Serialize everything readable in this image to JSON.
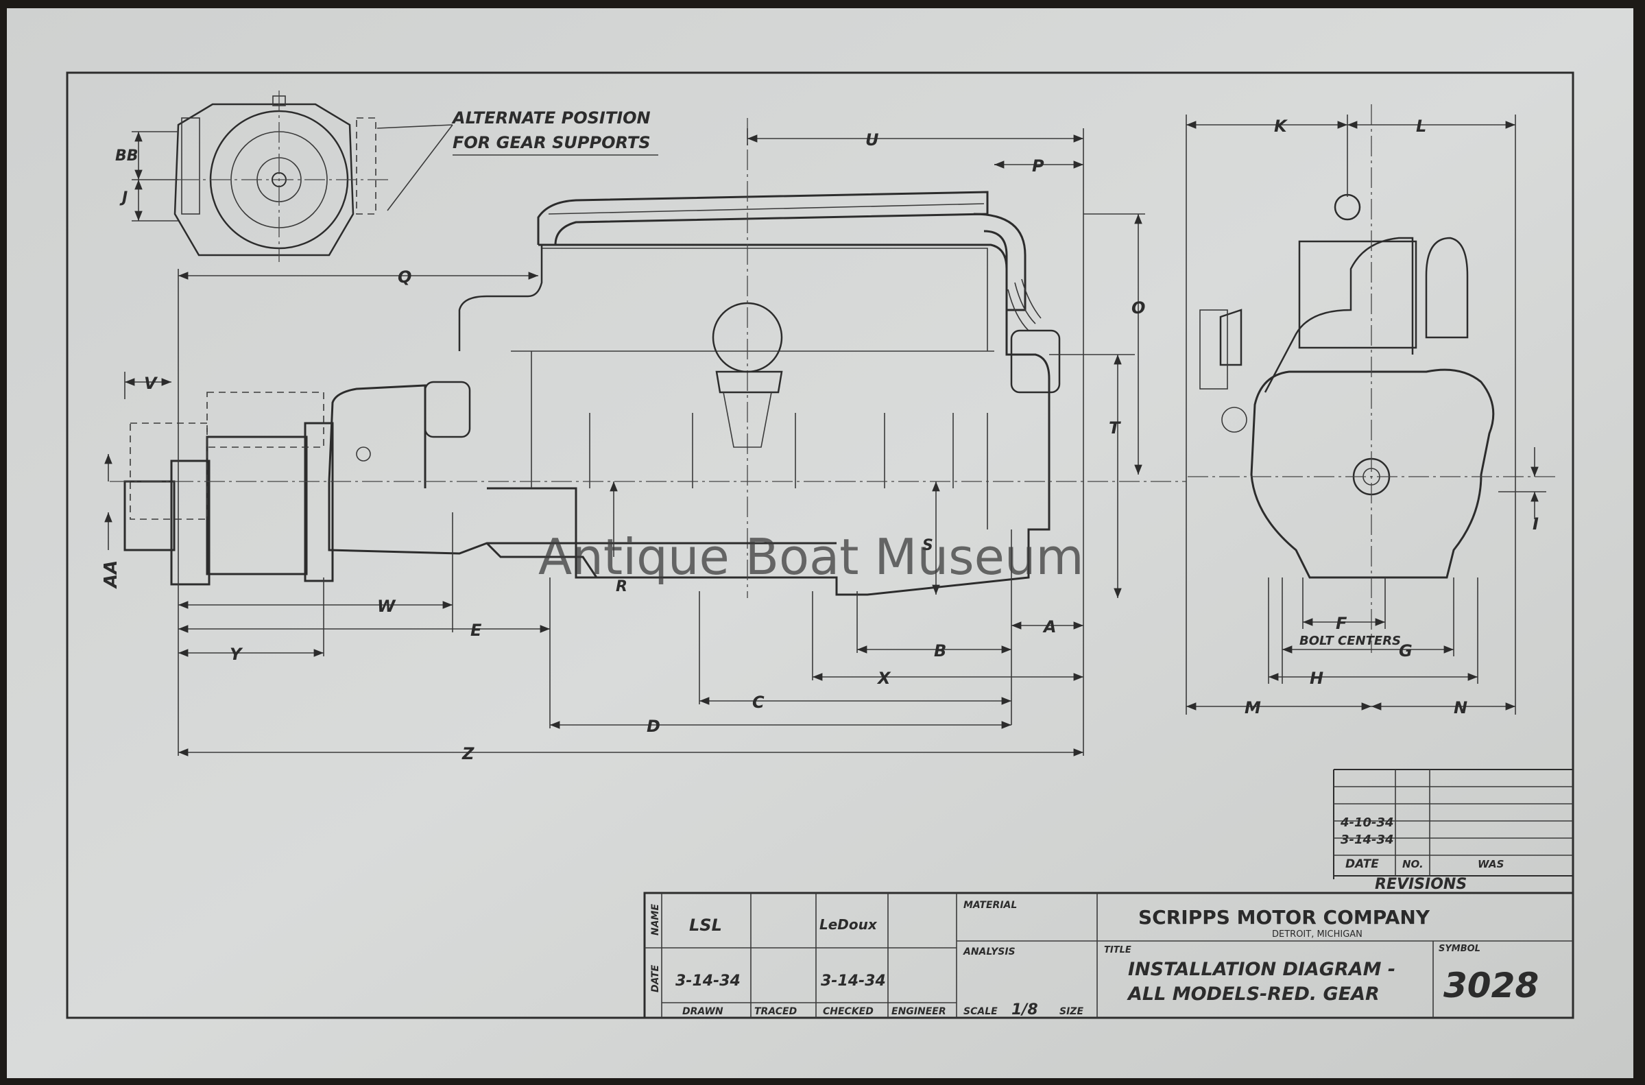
{
  "side_view_title": "SIDE ELEVATION",
  "callout": {
    "line1": "ALTERNATE POSITION",
    "line2": "FOR GEAR SUPPORTS"
  },
  "watermark": "Antique Boat Museum",
  "dims": {
    "U": "U",
    "P": "P",
    "O": "O",
    "Q": "Q",
    "T": "T",
    "V": "V",
    "AA": "AA",
    "BB": "BB",
    "J": "J",
    "R": "R",
    "S": "S",
    "W": "W",
    "E": "E",
    "A": "A",
    "Y": "Y",
    "B": "B",
    "X": "X",
    "C": "C",
    "D": "D",
    "Z": "Z",
    "K": "K",
    "L": "L",
    "I": "I",
    "F": "F",
    "G": "G",
    "H": "H",
    "M": "M",
    "N": "N",
    "bolt_centers": "BOLT CENTERS"
  },
  "revisions": {
    "dates": [
      "4-10-34",
      "3-14-34"
    ],
    "col_date": "DATE",
    "col_no": "NO.",
    "col_was": "WAS",
    "title": "REVISIONS"
  },
  "title_block": {
    "name_label": "NAME",
    "date_label": "DATE",
    "drawn_name": "LSL",
    "checked_name": "LeDoux",
    "drawn_date": "3-14-34",
    "checked_date": "3-14-34",
    "drawn": "DRAWN",
    "traced": "TRACED",
    "checked": "CHECKED",
    "engineer": "ENGINEER",
    "material": "MATERIAL",
    "analysis": "ANALYSIS",
    "scale": "SCALE",
    "scale_value": "1/8",
    "size": "SIZE",
    "company": "SCRIPPS MOTOR COMPANY",
    "city": "DETROIT, MICHIGAN",
    "title_label": "TITLE",
    "title_line1": "INSTALLATION DIAGRAM -",
    "title_line2": "ALL MODELS-RED. GEAR",
    "symbol_label": "SYMBOL",
    "symbol": "3028"
  }
}
